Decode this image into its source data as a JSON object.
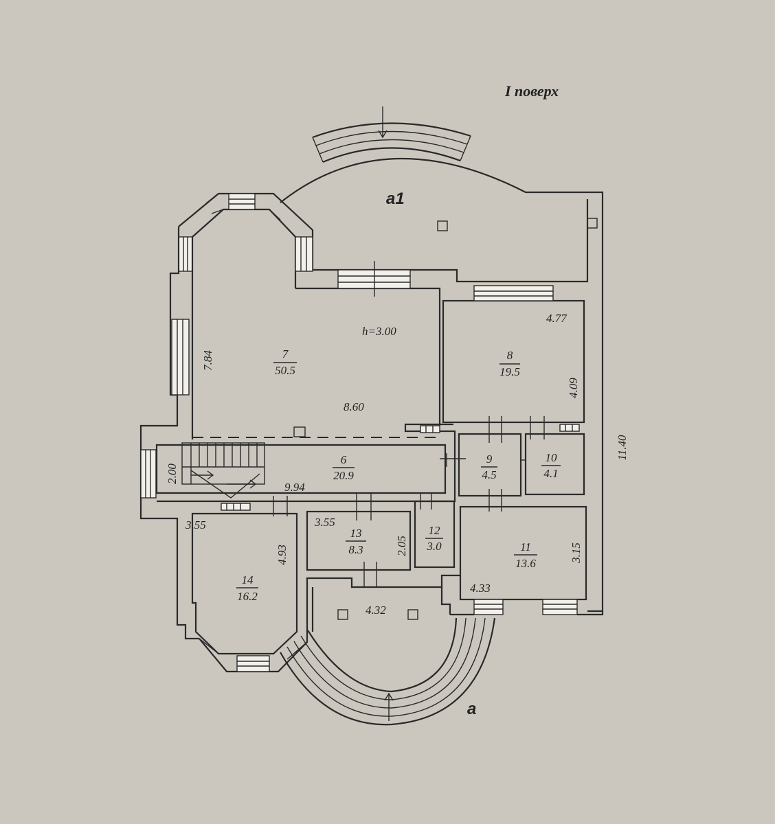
{
  "title": "I поверх",
  "zones": {
    "terrace_top": "а1",
    "terrace_bottom": "а"
  },
  "rooms": [
    {
      "number": "7",
      "area": "50.5"
    },
    {
      "number": "8",
      "area": "19.5"
    },
    {
      "number": "6",
      "area": "20.9"
    },
    {
      "number": "9",
      "area": "4.5"
    },
    {
      "number": "10",
      "area": "4.1"
    },
    {
      "number": "11",
      "area": "13.6"
    },
    {
      "number": "12",
      "area": "3.0"
    },
    {
      "number": "13",
      "area": "8.3"
    },
    {
      "number": "14",
      "area": "16.2"
    }
  ],
  "dimensions": {
    "height": "h=3.00",
    "r7_width": "8.60",
    "r7_depth": "7.84",
    "r8_width": "4.77",
    "r8_depth": "4.09",
    "r6_width": "9.94",
    "r6_depth": "2.00",
    "total_depth": "11.40",
    "r14_width": "3.55",
    "r14_depth": "4.93",
    "r13_width": "3.55",
    "r13_depth": "2.05",
    "r11_width": "4.33",
    "r11_depth": "3.15",
    "porch_width": "4.32"
  }
}
